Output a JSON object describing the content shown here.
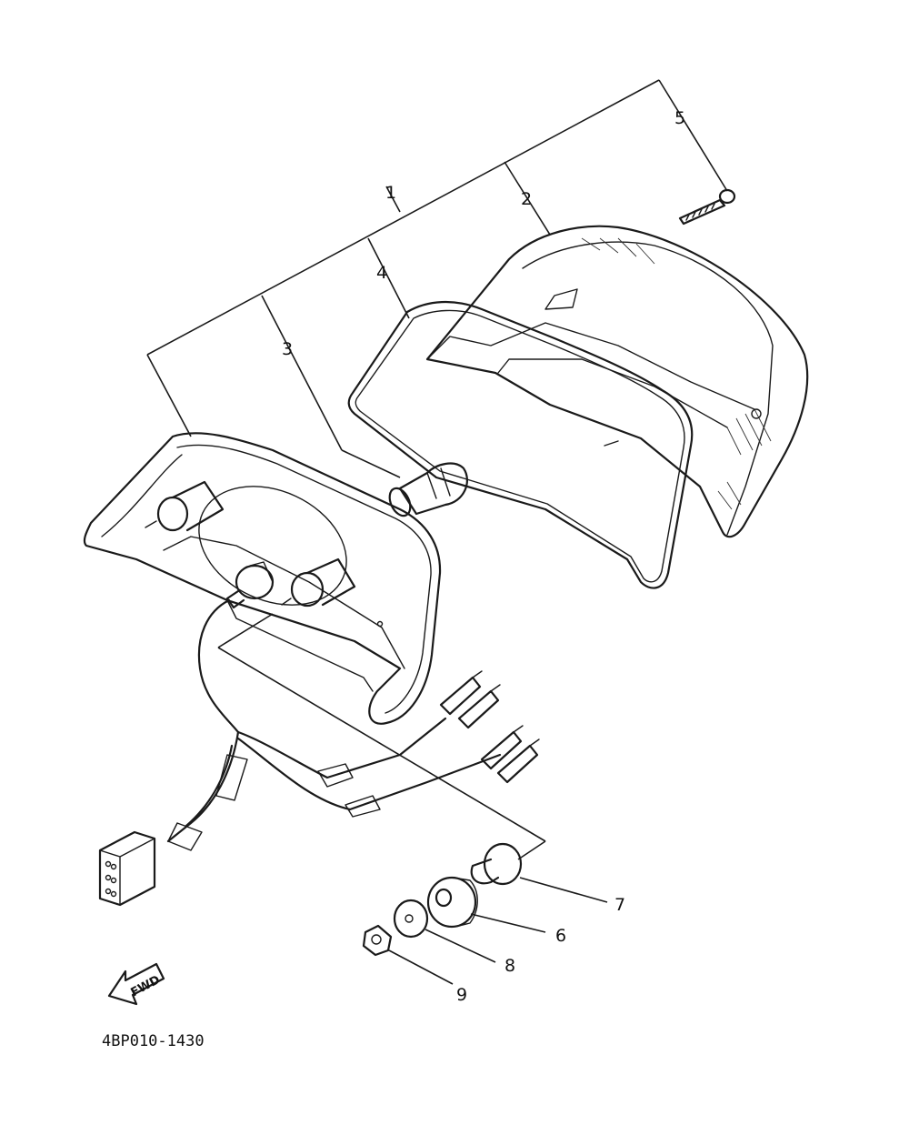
{
  "diagram": {
    "part_callouts": [
      {
        "id": "1",
        "label": "1"
      },
      {
        "id": "2",
        "label": "2"
      },
      {
        "id": "3",
        "label": "3"
      },
      {
        "id": "4",
        "label": "4"
      },
      {
        "id": "5",
        "label": "5"
      },
      {
        "id": "6",
        "label": "6"
      },
      {
        "id": "7",
        "label": "7"
      },
      {
        "id": "8",
        "label": "8"
      },
      {
        "id": "9",
        "label": "9"
      }
    ],
    "direction_arrow": "FWD",
    "drawing_code": "4BP010-1430"
  }
}
